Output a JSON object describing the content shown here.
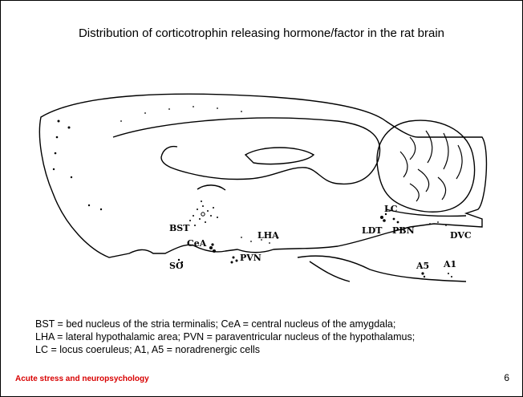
{
  "title": "Distribution of corticotrophin releasing hormone/factor in the rat brain",
  "labels": {
    "bst": "BST",
    "cea": "CeA",
    "lha": "LHA",
    "pvn": "PVN",
    "so": "SO",
    "lc": "LC",
    "ldt": "LDT",
    "pbn": "PBN",
    "dvc": "DVC",
    "a5": "A5",
    "a1": "A1"
  },
  "legend": [
    "BST = bed nucleus of the stria terminalis; CeA = central nucleus of the amygdala;",
    "LHA = lateral hypothalamic area; PVN = paraventricular nucleus of the hypothalamus;",
    "LC = locus coeruleus; A1, A5 = noradrenergic cells"
  ],
  "footer": "Acute stress and neuropsychology",
  "page_number": "6"
}
